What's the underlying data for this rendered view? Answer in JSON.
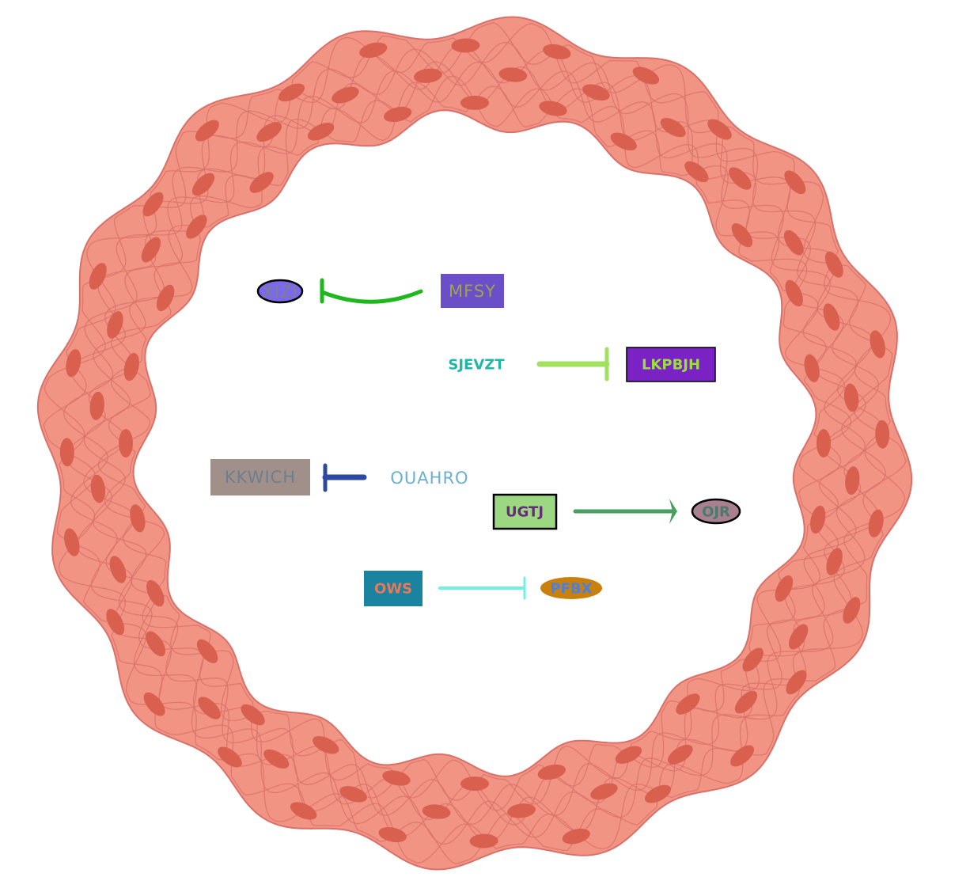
{
  "colors": {
    "ring_fill": "#f29484",
    "ring_stroke": "#d9706a",
    "nucleus": "#d9604f",
    "background": "#ffffff"
  },
  "nodes": {
    "xizi": {
      "label": "XIZI",
      "shape": "ellipse",
      "fill": "#7b68ee",
      "text_color": "#808080",
      "border": "#000000"
    },
    "mfsy": {
      "label": "MFSY",
      "shape": "rectangle",
      "fill": "#6a4fc9",
      "text_color": "#a0a050",
      "border": "none"
    },
    "sjevzt": {
      "label": "SJEVZT",
      "shape": "text",
      "text_color": "#1fb8a8"
    },
    "lkpbjh": {
      "label": "LKPBJH",
      "shape": "rectangle",
      "fill": "#7a22c3",
      "text_color": "#9adf3c",
      "border": "#000000"
    },
    "kkwich": {
      "label": "KKWICH",
      "shape": "rectangle",
      "fill": "#a09089",
      "text_color": "#6e7e8e",
      "border": "none"
    },
    "ouahro": {
      "label": "OUAHRO",
      "shape": "text",
      "text_color": "#6ab0d0"
    },
    "ugtj": {
      "label": "UGTJ",
      "shape": "rectangle",
      "fill": "#9cd882",
      "text_color": "#6a2a7a",
      "border": "#000000"
    },
    "ojr": {
      "label": "OJR",
      "shape": "ellipse",
      "fill": "#a88090",
      "text_color": "#4a7a6a",
      "border": "#000000"
    },
    "ows": {
      "label": "OWS",
      "shape": "rectangle",
      "fill": "#1a84a0",
      "text_color": "#e8785a",
      "border": "none"
    },
    "pfbx": {
      "label": "PFBX",
      "shape": "ellipse",
      "fill": "#c9800d",
      "text_color": "#4a80e0",
      "border": "none"
    }
  },
  "edges": [
    {
      "from": "mfsy",
      "to": "xizi",
      "type": "inhibition",
      "color": "#1eb81e"
    },
    {
      "from": "sjevzt",
      "to": "lkpbjh",
      "type": "inhibition",
      "color": "#a2e060"
    },
    {
      "from": "ouahro",
      "to": "kkwich",
      "type": "inhibition",
      "color": "#2e4a9e"
    },
    {
      "from": "ugtj",
      "to": "ojr",
      "type": "activation",
      "color": "#4a9e60"
    },
    {
      "from": "ows",
      "to": "pfbx",
      "type": "inhibition",
      "color": "#6ff0e0"
    }
  ]
}
